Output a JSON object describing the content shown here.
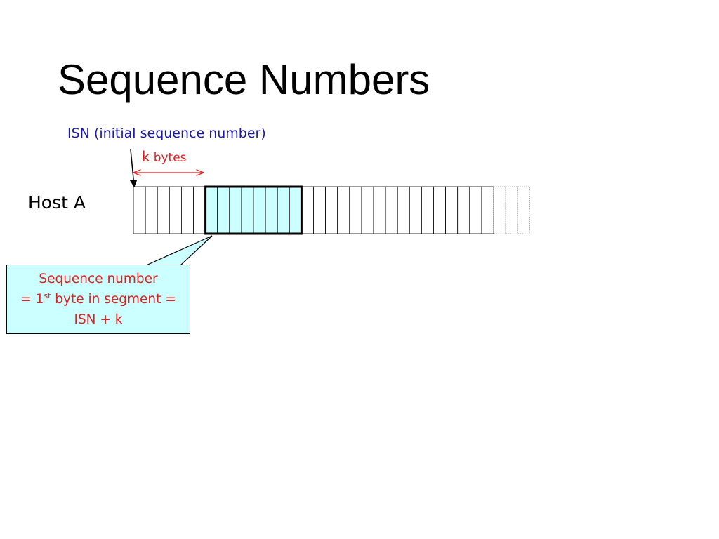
{
  "slide": {
    "title": "Sequence Numbers",
    "isn_label": "ISN (initial sequence number)",
    "kbytes": {
      "k": "k",
      "bytes": "bytes"
    },
    "host_label": "Host A",
    "callout": {
      "line1": "Sequence number",
      "line2_prefix": "= 1",
      "line2_sup": "st",
      "line2_suffix": " byte in segment =",
      "line3": "ISN + k"
    }
  },
  "byte_stream": {
    "solid_cells": 30,
    "dotted_cells": 3,
    "segment_start_cell": 6,
    "segment_cell_count": 8
  },
  "colors": {
    "isn_text": "#1a1aa6",
    "annotation_red": "#e02020",
    "segment_fill": "#ccffff",
    "callout_fill": "#ccffff"
  }
}
